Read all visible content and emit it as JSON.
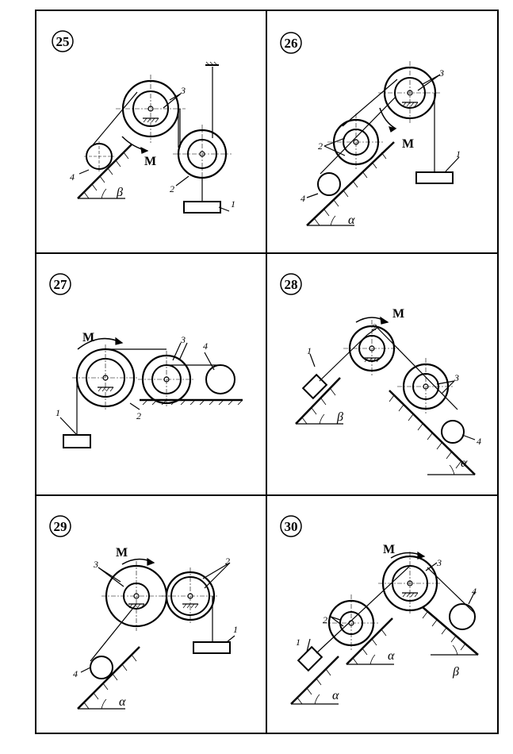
{
  "cells": [
    {
      "number": "25",
      "moment": "M",
      "labels": {
        "b1": "1",
        "b2": "2",
        "b3": "3",
        "b4": "4"
      },
      "angle": "β"
    },
    {
      "number": "26",
      "moment": "M",
      "labels": {
        "b1": "1",
        "b2": "2",
        "b3": "3",
        "b4": "4"
      },
      "angle": "α"
    },
    {
      "number": "27",
      "moment": "M",
      "labels": {
        "b1": "1",
        "b2": "2",
        "b3": "3",
        "b4": "4"
      }
    },
    {
      "number": "28",
      "moment": "M",
      "labels": {
        "b1": "1",
        "b2": "2",
        "b3": "3",
        "b4": "4"
      },
      "angle_left": "β",
      "angle_right": "α"
    },
    {
      "number": "29",
      "moment": "M",
      "labels": {
        "b1": "1",
        "b2": "2",
        "b3": "3",
        "b4": "4"
      },
      "angle": "α"
    },
    {
      "number": "30",
      "moment": "M",
      "labels": {
        "b1": "1",
        "b2": "2",
        "b3": "3",
        "b4": "4"
      },
      "angle_left": "α",
      "angle_mid": "α",
      "angle_right": "β"
    }
  ]
}
